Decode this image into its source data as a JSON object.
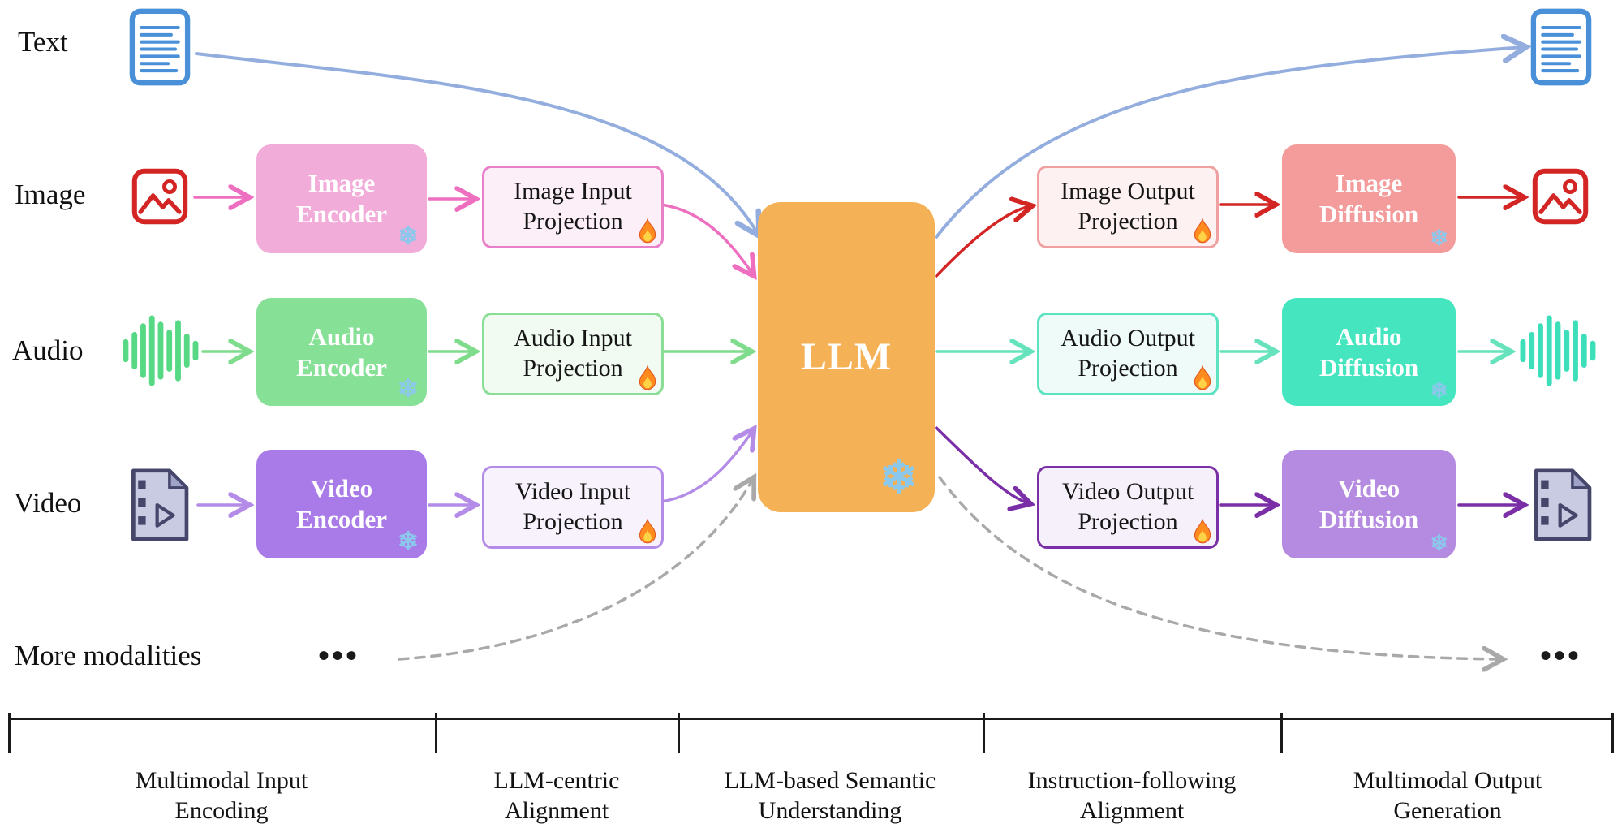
{
  "diagram": {
    "modalities": {
      "text": "Text",
      "image": "Image",
      "audio": "Audio",
      "video": "Video",
      "more": "More modalities"
    },
    "ellipsis": "•••",
    "nodes": {
      "image_encoder": "Image\nEncoder",
      "audio_encoder": "Audio\nEncoder",
      "video_encoder": "Video\nEncoder",
      "image_input_projection": "Image Input\nProjection",
      "audio_input_projection": "Audio Input\nProjection",
      "video_input_projection": "Video Input\nProjection",
      "llm": "LLM",
      "image_output_projection": "Image Output\nProjection",
      "audio_output_projection": "Audio Output\nProjection",
      "video_output_projection": "Video Output\nProjection",
      "image_diffusion": "Image\nDiffusion",
      "audio_diffusion": "Audio\nDiffusion",
      "video_diffusion": "Video\nDiffusion"
    },
    "stages": [
      "Multimodal Input\nEncoding",
      "LLM-centric\nAlignment",
      "LLM-based Semantic\nUnderstanding",
      "Instruction-following\nAlignment",
      "Multimodal Output\nGeneration"
    ],
    "icons": {
      "snowflake": "❄",
      "fire": "flame",
      "text_document": "document",
      "image": "picture-frame",
      "audio": "waveform-bars",
      "video": "film-document",
      "ellipsis_dots": "three-dots"
    },
    "colors": {
      "text_flow": "#93AEDE",
      "image_input_flow": "#EE6FC0",
      "image_output_flow": "#D42525",
      "audio_input_flow": "#7EDC8C",
      "audio_output_flow": "#66E3BC",
      "video_input_flow": "#B48CE8",
      "video_output_flow": "#7B2FA6",
      "more_modalities_flow": "#A9A9A9",
      "llm_fill": "#F5B155",
      "image_encoder_fill": "#F2ACD9",
      "audio_encoder_fill": "#86E096",
      "video_encoder_fill": "#A87BE8",
      "image_diffusion_fill": "#F49C9C",
      "audio_diffusion_fill": "#45E5C0",
      "video_diffusion_fill": "#B48BE0",
      "snowflake": "#8CC8EC"
    }
  }
}
